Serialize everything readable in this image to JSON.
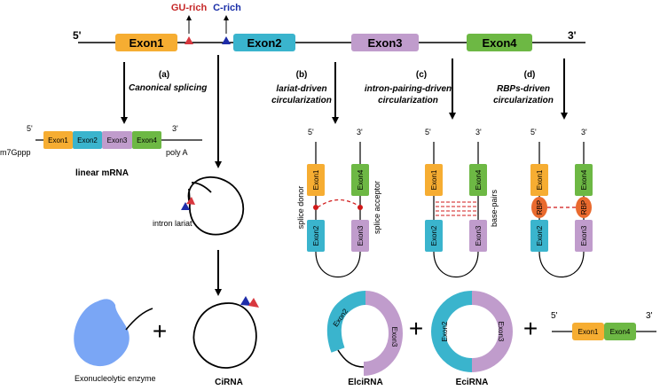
{
  "colors": {
    "exon1": "#f6ad32",
    "exon2": "#3ab4cd",
    "exon3": "#c09ccc",
    "exon4": "#6db844",
    "gu_triangle": "#d8373e",
    "c_triangle": "#1e2ca8",
    "rbp": "#e96a2e",
    "base_pair": "#d01818",
    "enzyme": "#7aa6f5"
  },
  "gene": {
    "five_prime": "5'",
    "three_prime": "3'",
    "exon1": "Exon1",
    "exon2": "Exon2",
    "exon3": "Exon3",
    "exon4": "Exon4",
    "gu_rich": "GU-rich",
    "c_rich": "C-rich"
  },
  "steps": {
    "a_id": "(a)",
    "a_label": "Canonical splicing",
    "b_id": "(b)",
    "b_line1": "lariat-driven",
    "b_line2": "circularization",
    "c_id": "(c)",
    "c_line1": "intron-pairing-driven",
    "c_line2": "circularization",
    "d_id": "(d)",
    "d_line1": "RBPs-driven",
    "d_line2": "circularization"
  },
  "mrna": {
    "five_prime": "5'",
    "three_prime": "3'",
    "cap": "m7Gppp",
    "tail": "poly A",
    "exon1": "Exon1",
    "exon2": "Exon2",
    "exon3": "Exon3",
    "exon4": "Exon4",
    "label": "linear mRNA"
  },
  "lariat": {
    "label": "intron lariat"
  },
  "panel_b": {
    "five_prime": "5'",
    "three_prime": "3'",
    "exon1": "Exon1",
    "exon2": "Exon2",
    "exon3": "Exon3",
    "exon4": "Exon4",
    "donor": "splice donor",
    "acceptor": "splice acceptor"
  },
  "panel_c": {
    "five_prime": "5'",
    "three_prime": "3'",
    "exon1": "Exon1",
    "exon2": "Exon2",
    "exon3": "Exon3",
    "exon4": "Exon4",
    "base_pairs": "base-pairs"
  },
  "panel_d": {
    "five_prime": "5'",
    "three_prime": "3'",
    "exon1": "Exon1",
    "exon2": "Exon2",
    "exon3": "Exon3",
    "exon4": "Exon4",
    "rbp_left": "RBP",
    "rbp_right": "RBP"
  },
  "products": {
    "enzyme_label": "Exonucleolytic enzyme",
    "plus": "+",
    "cirna": "CiRNA",
    "elcirna": "ElciRNA",
    "elci_exon2": "Exon2",
    "elci_exon3": "Exon3",
    "ecirna": "EciRNA",
    "eci_exon2": "Exon2",
    "eci_exon3": "Exon3",
    "lin_five": "5'",
    "lin_three": "3'",
    "lin_exon1": "Exon1",
    "lin_exon4": "Exon4"
  }
}
